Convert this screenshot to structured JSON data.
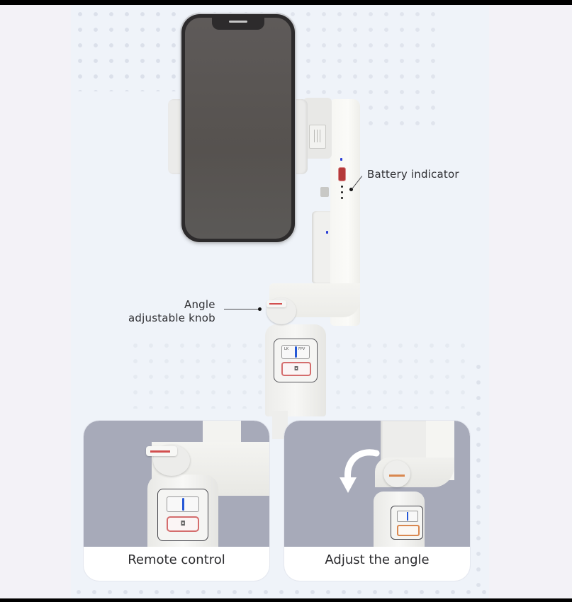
{
  "product": {
    "description": "Handheld smartphone gimbal stabilizer holding a phone, product feature illustration",
    "colors": {
      "background": "#f3f2f7",
      "panel": "#eff3f9",
      "card_photo_bg": "#a7aab9",
      "accent_red": "#d24f4f",
      "accent_blue": "#2558d6",
      "text": "#2f2f33"
    }
  },
  "callouts": {
    "battery": {
      "label": "Battery indicator"
    },
    "knob": {
      "line1": "Angle",
      "line2": "adjustable knob"
    }
  },
  "controls": {
    "mode_left": "LK",
    "mode_right": "FPV",
    "shutter_icon": "camera-icon"
  },
  "cards": [
    {
      "caption": "Remote control"
    },
    {
      "caption": "Adjust the angle"
    }
  ]
}
